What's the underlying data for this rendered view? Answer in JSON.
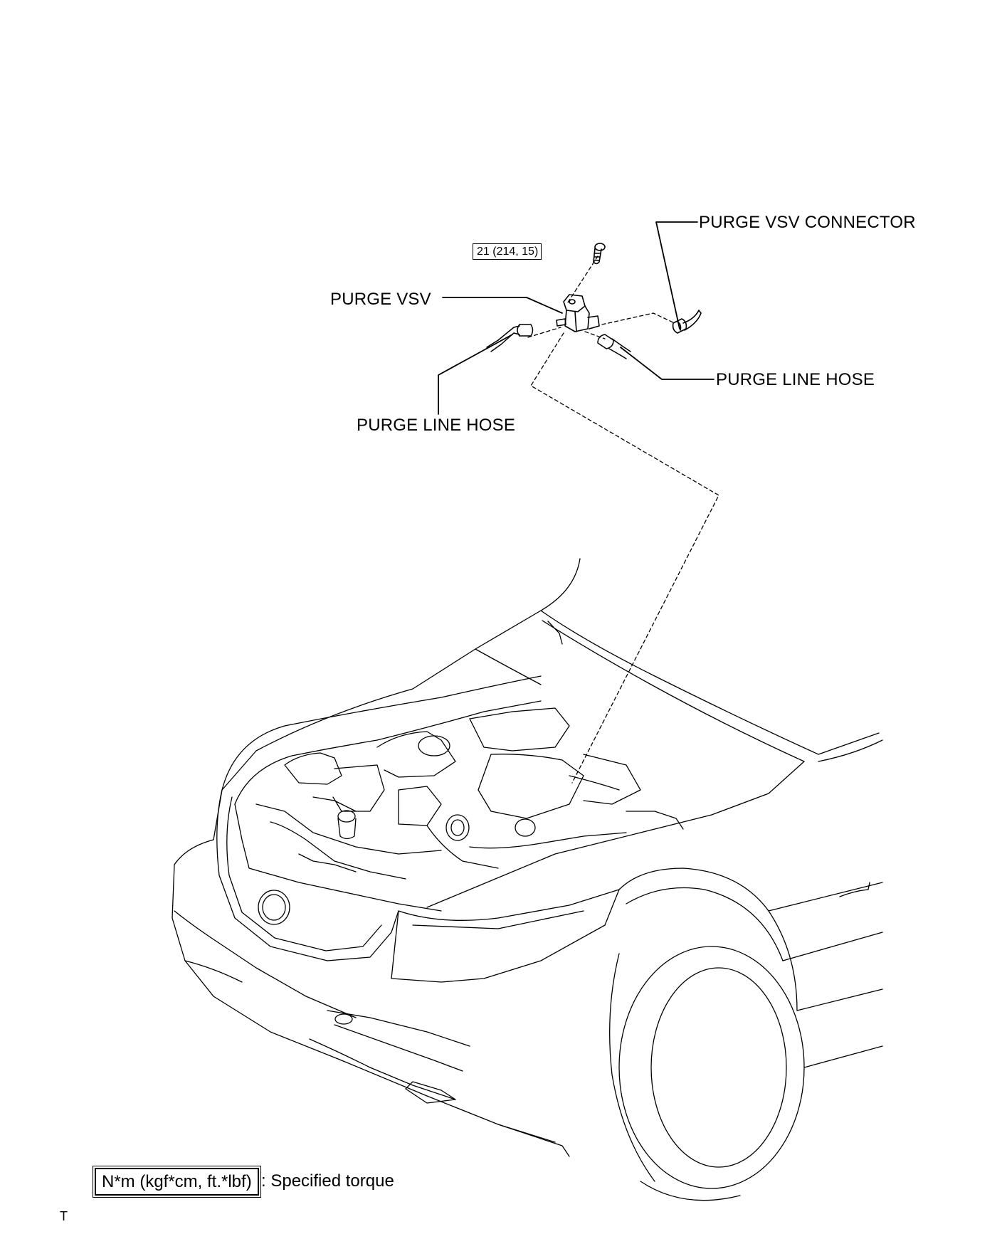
{
  "labels": {
    "purge_vsv_connector": "PURGE VSV CONNECTOR",
    "purge_vsv": "PURGE VSV",
    "purge_line_hose_right": "PURGE LINE HOSE",
    "purge_line_hose_left": "PURGE LINE HOSE"
  },
  "torque": {
    "value": "21 (214, 15)"
  },
  "legend": {
    "unit_box": "N*m (kgf*cm, ft.*lbf)",
    "description": ": Specified torque"
  },
  "footer": {
    "code": "T"
  },
  "colors": {
    "line": "#000000",
    "background": "#ffffff"
  }
}
